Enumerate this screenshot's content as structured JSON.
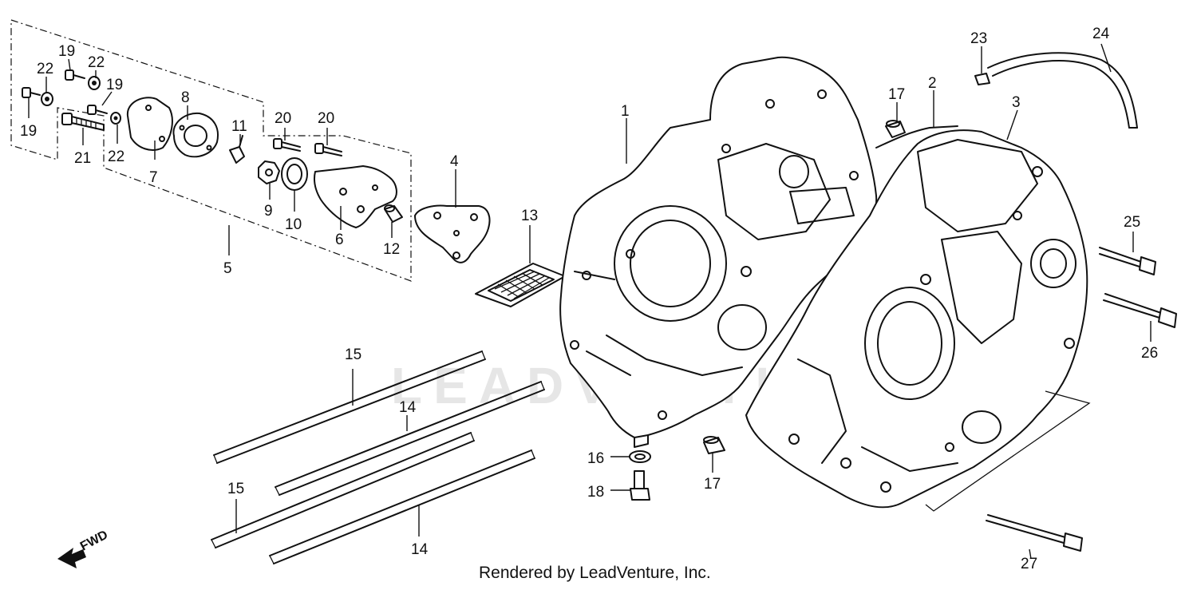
{
  "diagram": {
    "watermark": "LEADVENTURE",
    "footer": "Rendered by LeadVenture, Inc.",
    "direction_label": "FWD",
    "callouts": {
      "c1": "1",
      "c2": "2",
      "c3": "3",
      "c4": "4",
      "c5": "5",
      "c6": "6",
      "c7": "7",
      "c8": "8",
      "c9": "9",
      "c10": "10",
      "c11": "11",
      "c12": "12",
      "c13": "13",
      "c14a": "14",
      "c14b": "14",
      "c15a": "15",
      "c15b": "15",
      "c16": "16",
      "c17a": "17",
      "c17b": "17",
      "c18": "18",
      "c19a": "19",
      "c19b": "19",
      "c19c": "19",
      "c20a": "20",
      "c20b": "20",
      "c21": "21",
      "c22a": "22",
      "c22b": "22",
      "c22c": "22",
      "c23": "23",
      "c24": "24",
      "c25": "25",
      "c26": "26",
      "c27": "27"
    }
  }
}
